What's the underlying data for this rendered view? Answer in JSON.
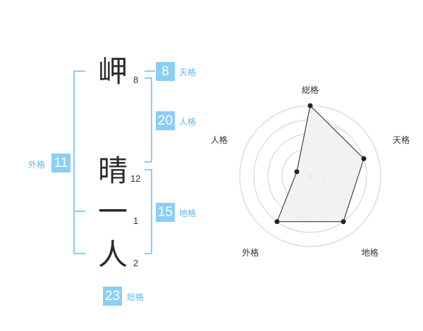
{
  "name": {
    "characters": [
      {
        "char": "岬",
        "strokes": "8"
      },
      {
        "char": "晴",
        "strokes": "12"
      },
      {
        "char": "一",
        "strokes": "1"
      },
      {
        "char": "人",
        "strokes": "2"
      }
    ]
  },
  "kaku": {
    "tenkaku": {
      "label": "天格",
      "value": "8"
    },
    "jinkaku": {
      "label": "人格",
      "value": "20"
    },
    "chikaku": {
      "label": "地格",
      "value": "15"
    },
    "gaikaku": {
      "label": "外格",
      "value": "11"
    },
    "soukaku": {
      "label": "総格",
      "value": "23"
    }
  },
  "radar": {
    "axes": [
      "総格",
      "天格",
      "地格",
      "外格",
      "人格"
    ],
    "values": [
      5,
      4,
      4,
      4,
      1
    ],
    "max": 5,
    "colors": {
      "fill": "#f0f0f0",
      "stroke": "#222222",
      "ring": "#cfcfcf"
    }
  }
}
